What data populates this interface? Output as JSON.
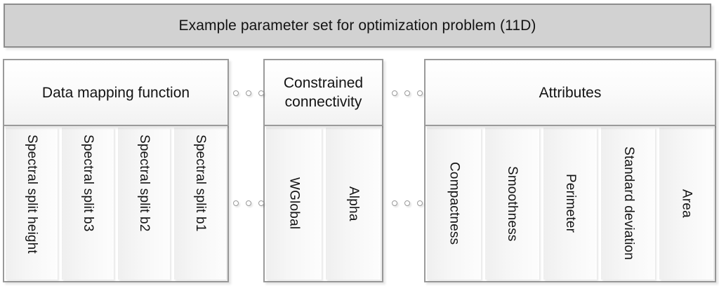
{
  "title": {
    "text": "Example parameter set for optimization problem (11D)"
  },
  "groups": [
    {
      "id": "data-mapping-function",
      "header": "Data mapping function",
      "items": [
        {
          "label": "Spectral split height",
          "align": "start"
        },
        {
          "label": "Spectral split b3",
          "align": "start"
        },
        {
          "label": "Spectral split b2",
          "align": "start"
        },
        {
          "label": "Spectral split b1",
          "align": "start"
        }
      ]
    },
    {
      "id": "constrained-connectivity",
      "header": "Constrained connectivity",
      "items": [
        {
          "label": "WGlobal",
          "align": "center"
        },
        {
          "label": "Alpha",
          "align": "center"
        }
      ]
    },
    {
      "id": "attributes",
      "header": "Attributes",
      "items": [
        {
          "label": "Compactness",
          "align": "center"
        },
        {
          "label": "Smoothness",
          "align": "center"
        },
        {
          "label": "Perimeter",
          "align": "center"
        },
        {
          "label": "Standard deviation",
          "align": "center"
        },
        {
          "label": "Area",
          "align": "center"
        }
      ]
    }
  ],
  "separators": [
    {
      "id": "separator-top-left",
      "dots": 3
    },
    {
      "id": "separator-top-right",
      "dots": 3
    },
    {
      "id": "separator-bottom-left",
      "dots": 3
    },
    {
      "id": "separator-bottom-right",
      "dots": 3
    }
  ],
  "colors": {
    "title_fill": "#d2d2d2",
    "title_border": "#8d8d8d",
    "box_border": "#9a9a9a",
    "text": "#131313",
    "page_background": "#ffffff"
  }
}
